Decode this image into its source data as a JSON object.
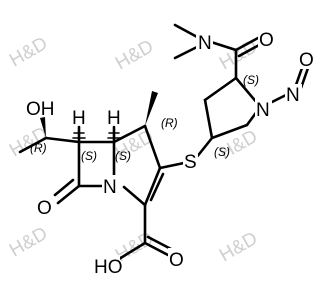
{
  "atoms": {
    "amide_n": "N",
    "amide_o": "O",
    "ring_n": "N",
    "nitroso_n": "N",
    "nitroso_o": "O",
    "thio_s": "S",
    "hydroxyl": "OH",
    "h_left": "H",
    "h_right": "H",
    "lactam_n": "N",
    "lactam_o": "O",
    "acid_ho": "HO",
    "acid_o": "O"
  },
  "stereo_labels": {
    "pyrrolidine_c2": "(S)",
    "pyrrolidine_c4": "(S)",
    "c_methyl": "(R)",
    "c_hydroxyethyl": "(R)",
    "c6": "(S)",
    "c5": "(S)"
  },
  "watermark": "H&D"
}
